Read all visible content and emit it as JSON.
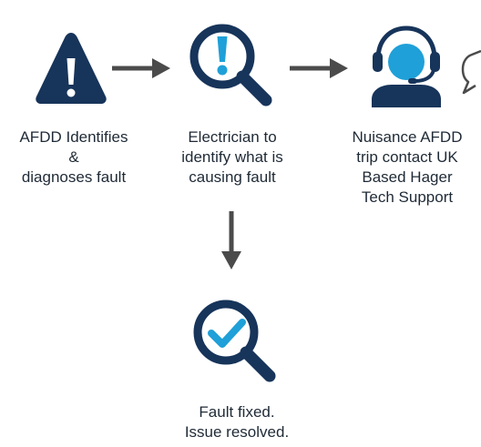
{
  "colors": {
    "navy": "#17345a",
    "accent": "#1fa0d8",
    "arrow": "#4b4b4b",
    "text": "#1f2a36"
  },
  "steps": [
    {
      "icon": "warning-triangle-icon",
      "lines": [
        "AFDD Identifies",
        "&",
        "diagnoses fault"
      ]
    },
    {
      "icon": "magnifier-exclamation-icon",
      "lines": [
        "Electrician to",
        "identify what is",
        "causing fault"
      ]
    },
    {
      "icon": "support-agent-headset-icon",
      "lines": [
        "Nuisance AFDD",
        "trip contact UK",
        "Based Hager",
        "Tech Support"
      ]
    },
    {
      "icon": "magnifier-checkmark-icon",
      "lines": [
        "Fault fixed.",
        "Issue resolved."
      ]
    }
  ]
}
